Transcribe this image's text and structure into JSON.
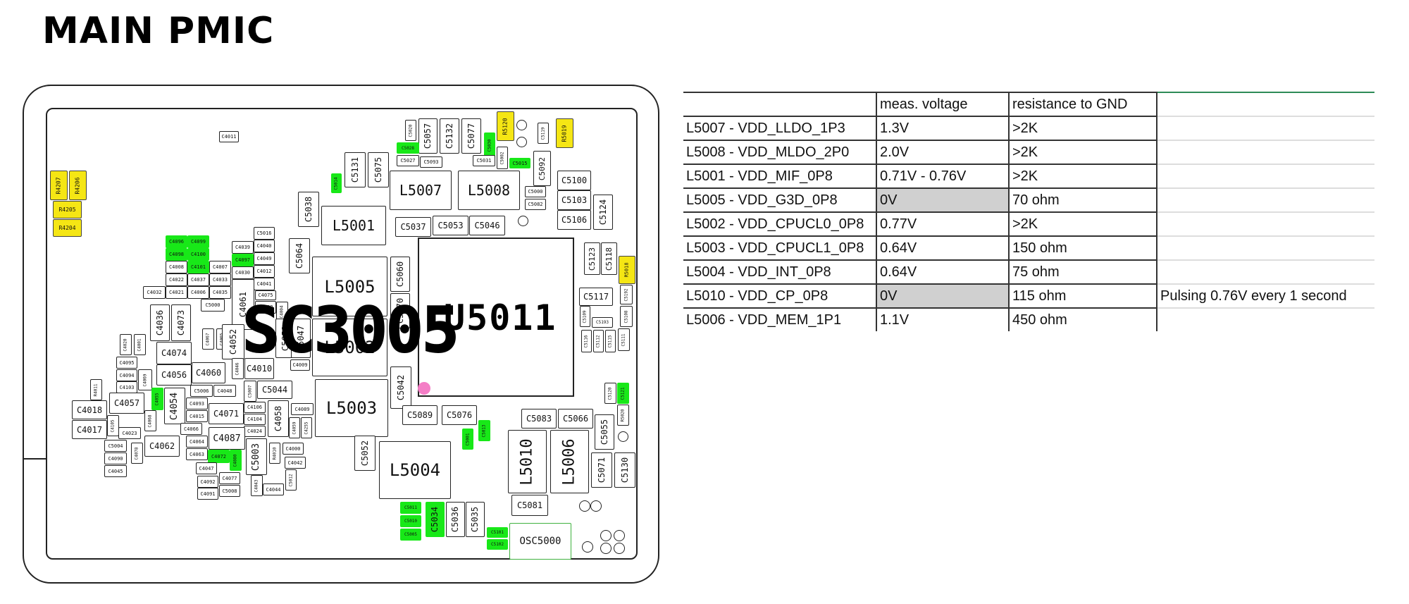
{
  "title": "MAIN PMIC",
  "board": {
    "main_ic": "U5011",
    "overlay_label": "SC3005",
    "highlight_colors": {
      "green": "#18e818",
      "yellow": "#f5e614",
      "pin_marker": "#f47ec6"
    },
    "components": {
      "C4011": {
        "label": "C4011"
      },
      "R4207": {
        "label": "R4207",
        "hl": "yellow"
      },
      "R4206": {
        "label": "R4206",
        "hl": "yellow"
      },
      "R4205": {
        "label": "R4205",
        "hl": "yellow"
      },
      "R4204": {
        "label": "R4204",
        "hl": "yellow"
      },
      "C4096": {
        "label": "C4096",
        "hl": "green"
      },
      "C4099": {
        "label": "C4099",
        "hl": "green"
      },
      "C4098": {
        "label": "C4098",
        "hl": "green"
      },
      "C4100": {
        "label": "C4100",
        "hl": "green"
      },
      "C4008": {
        "label": "C4008"
      },
      "C4101": {
        "label": "C4101",
        "hl": "green"
      },
      "C4007": {
        "label": "C4007"
      },
      "C4022": {
        "label": "C4022"
      },
      "C4037": {
        "label": "C4037"
      },
      "C4033": {
        "label": "C4033"
      },
      "C4032": {
        "label": "C4032"
      },
      "C4021": {
        "label": "C4021"
      },
      "C4006": {
        "label": "C4006"
      },
      "C4035": {
        "label": "C4035"
      },
      "C4039": {
        "label": "C4039"
      },
      "C4097": {
        "label": "C4097",
        "hl": "green"
      },
      "C4030": {
        "label": "C4030"
      },
      "C5016": {
        "label": "C5016"
      },
      "C4040": {
        "label": "C4040"
      },
      "C4049": {
        "label": "C4049"
      },
      "C4012": {
        "label": "C4012"
      },
      "C4041": {
        "label": "C4041"
      },
      "C4075": {
        "label": "C4075"
      },
      "C4002": {
        "label": "C4002"
      },
      "C4004": {
        "label": "C4004"
      },
      "C4061": {
        "label": "C4061"
      },
      "C5000": {
        "label": "C5000"
      },
      "C4036": {
        "label": "C4036"
      },
      "C4073": {
        "label": "C4073"
      },
      "C4020": {
        "label": "C4020"
      },
      "C4001": {
        "label": "C4001"
      },
      "C4067": {
        "label": "C4067"
      },
      "C4065": {
        "label": "C4065"
      },
      "C4052": {
        "label": "C4052"
      },
      "C4074": {
        "label": "C4074"
      },
      "C4095": {
        "label": "C4095"
      },
      "C4094": {
        "label": "C4094"
      },
      "C4069": {
        "label": "C4069"
      },
      "C4103": {
        "label": "C4103"
      },
      "R4011": {
        "label": "R4011"
      },
      "C4056": {
        "label": "C4056"
      },
      "C4060": {
        "label": "C4060"
      },
      "C4046": {
        "label": "C4046"
      },
      "C4010": {
        "label": "C4010"
      },
      "C4009": {
        "label": "C4009"
      },
      "C4018": {
        "label": "C4018"
      },
      "C4057": {
        "label": "C4057"
      },
      "C4055": {
        "label": "C4055",
        "hl": "green"
      },
      "C4054": {
        "label": "C4054"
      },
      "C5006": {
        "label": "C5006"
      },
      "C4048": {
        "label": "C4048"
      },
      "C5007": {
        "label": "C5007"
      },
      "C5044": {
        "label": "C5044"
      },
      "C4017": {
        "label": "C4017"
      },
      "C4105": {
        "label": "C4105"
      },
      "C4068": {
        "label": "C4068"
      },
      "C4093": {
        "label": "C4093"
      },
      "C4015": {
        "label": "C4015"
      },
      "C4071": {
        "label": "C4071"
      },
      "C4106": {
        "label": "C4106"
      },
      "C4104": {
        "label": "C4104"
      },
      "C4058": {
        "label": "C4058"
      },
      "C4089": {
        "label": "C4089"
      },
      "C4023": {
        "label": "C4023"
      },
      "C4066": {
        "label": "C4066"
      },
      "C4024": {
        "label": "C4024"
      },
      "C4059": {
        "label": "C4059"
      },
      "C4255": {
        "label": "C4255"
      },
      "C5004": {
        "label": "C5004"
      },
      "C4078": {
        "label": "C4078"
      },
      "C4062": {
        "label": "C4062"
      },
      "C4064": {
        "label": "C4064"
      },
      "C4087": {
        "label": "C4087"
      },
      "C5003": {
        "label": "C5003"
      },
      "R4010": {
        "label": "R4010"
      },
      "C4000": {
        "label": "C4000"
      },
      "C4090": {
        "label": "C4090"
      },
      "C4063": {
        "label": "C4063"
      },
      "C4072": {
        "label": "C4072",
        "hl": "green"
      },
      "C4080": {
        "label": "C4080",
        "hl": "green"
      },
      "C4042": {
        "label": "C4042"
      },
      "C4045": {
        "label": "C4045"
      },
      "C4047": {
        "label": "C4047"
      },
      "C4092": {
        "label": "C4092"
      },
      "C4077": {
        "label": "C4077"
      },
      "C4043": {
        "label": "C4043"
      },
      "C5012": {
        "label": "C5012"
      },
      "C4044": {
        "label": "C4044"
      },
      "C4091": {
        "label": "C4091"
      },
      "C5008": {
        "label": "C5008"
      },
      "C5020": {
        "label": "C5020"
      },
      "C5057": {
        "label": "C5057"
      },
      "C5132": {
        "label": "C5132"
      },
      "C5077": {
        "label": "C5077"
      },
      "R5120": {
        "label": "R5120",
        "hl": "yellow"
      },
      "C5119": {
        "label": "C5119"
      },
      "R5019": {
        "label": "R5019",
        "hl": "yellow"
      },
      "C5028": {
        "label": "C5028",
        "hl": "green"
      },
      "C5030": {
        "label": "C5030",
        "hl": "green"
      },
      "C5027": {
        "label": "C5027"
      },
      "C5093": {
        "label": "C5093"
      },
      "C5031": {
        "label": "C5031"
      },
      "C5002": {
        "label": "C5002"
      },
      "C5015": {
        "label": "C5015",
        "hl": "green"
      },
      "C5092": {
        "label": "C5092"
      },
      "C5131": {
        "label": "C5131"
      },
      "C5075": {
        "label": "C5075"
      },
      "C5014": {
        "label": "C5014",
        "hl": "green"
      },
      "L5007": {
        "label": "L5007"
      },
      "L5008": {
        "label": "L5008"
      },
      "C5000b": {
        "label": "C5000"
      },
      "C5082": {
        "label": "C5082"
      },
      "C5100": {
        "label": "C5100"
      },
      "C5103": {
        "label": "C5103"
      },
      "C5106": {
        "label": "C5106"
      },
      "C5124": {
        "label": "C5124"
      },
      "C5038": {
        "label": "C5038"
      },
      "L5001": {
        "label": "L5001"
      },
      "C5037": {
        "label": "C5037"
      },
      "C5053": {
        "label": "C5053"
      },
      "C5046": {
        "label": "C5046"
      },
      "C5064": {
        "label": "C5064"
      },
      "L5005": {
        "label": "L5005"
      },
      "C5060": {
        "label": "C5060"
      },
      "C5070": {
        "label": "C5070"
      },
      "C5051": {
        "label": "C5051"
      },
      "C5047": {
        "label": "C5047"
      },
      "L5002": {
        "label": "L5002"
      },
      "C5042": {
        "label": "C5042"
      },
      "L5003": {
        "label": "L5003"
      },
      "C5123": {
        "label": "C5123"
      },
      "C5118": {
        "label": "C5118"
      },
      "R5018": {
        "label": "R5018",
        "hl": "yellow"
      },
      "C5117": {
        "label": "C5117"
      },
      "C5192": {
        "label": "C5192"
      },
      "C5109": {
        "label": "C5109"
      },
      "C5193": {
        "label": "C5193"
      },
      "C5108": {
        "label": "C5108"
      },
      "C5116": {
        "label": "C5116"
      },
      "C5112": {
        "label": "C5112"
      },
      "C5115": {
        "label": "C5115"
      },
      "C5111": {
        "label": "C5111"
      },
      "C5089": {
        "label": "C5089"
      },
      "C5076": {
        "label": "C5076"
      },
      "C5001": {
        "label": "C5001",
        "hl": "green"
      },
      "C5013": {
        "label": "C5013",
        "hl": "green"
      },
      "C5120": {
        "label": "C5120"
      },
      "C5121": {
        "label": "C5121",
        "hl": "green"
      },
      "R5020": {
        "label": "R5020"
      },
      "C5083": {
        "label": "C5083"
      },
      "C5066": {
        "label": "C5066"
      },
      "C5055": {
        "label": "C5055"
      },
      "C5052": {
        "label": "C5052"
      },
      "L5004": {
        "label": "L5004"
      },
      "L5010": {
        "label": "L5010"
      },
      "L5006": {
        "label": "L5006"
      },
      "C5071": {
        "label": "C5071"
      },
      "C5130": {
        "label": "C5130"
      },
      "C5081": {
        "label": "C5081"
      },
      "C5011": {
        "label": "C5011",
        "hl": "green"
      },
      "C5010": {
        "label": "C5010",
        "hl": "green"
      },
      "C5005": {
        "label": "C5005",
        "hl": "green"
      },
      "C5034": {
        "label": "C5034",
        "hl": "green"
      },
      "C5036": {
        "label": "C5036"
      },
      "C5035": {
        "label": "C5035"
      },
      "C5101": {
        "label": "C5101",
        "hl": "green"
      },
      "C5102": {
        "label": "C5102",
        "hl": "green"
      },
      "OSC5000": {
        "label": "OSC5000"
      }
    }
  },
  "table": {
    "headers": [
      "",
      "meas. voltage",
      "resistance to GND",
      ""
    ],
    "rows": [
      {
        "rail": "L5007 - VDD_LLDO_1P3",
        "voltage": "1.3V",
        "resistance": ">2K",
        "note": "",
        "flag": false
      },
      {
        "rail": "L5008 - VDD_MLDO_2P0",
        "voltage": "2.0V",
        "resistance": ">2K",
        "note": "",
        "flag": false
      },
      {
        "rail": "L5001 - VDD_MIF_0P8",
        "voltage": "0.71V - 0.76V",
        "resistance": ">2K",
        "note": "",
        "flag": false
      },
      {
        "rail": "L5005 - VDD_G3D_0P8",
        "voltage": "0V",
        "resistance": "70 ohm",
        "note": "",
        "flag": true
      },
      {
        "rail": "L5002 - VDD_CPUCL0_0P8",
        "voltage": "0.77V",
        "resistance": ">2K",
        "note": "",
        "flag": false
      },
      {
        "rail": "L5003 - VDD_CPUCL1_0P8",
        "voltage": "0.64V",
        "resistance": "150 ohm",
        "note": "",
        "flag": false
      },
      {
        "rail": "L5004 - VDD_INT_0P8",
        "voltage": "0.64V",
        "resistance": "75 ohm",
        "note": "",
        "flag": false
      },
      {
        "rail": "L5010 - VDD_CP_0P8",
        "voltage": "0V",
        "resistance": "115 ohm",
        "note": "Pulsing 0.76V every 1 second",
        "flag": true
      },
      {
        "rail": "L5006 - VDD_MEM_1P1",
        "voltage": "1.1V",
        "resistance": "450 ohm",
        "note": "",
        "flag": false
      }
    ]
  }
}
